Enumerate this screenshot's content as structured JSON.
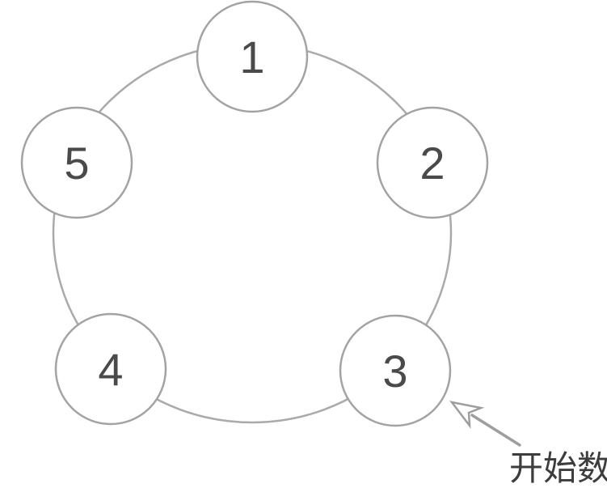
{
  "diagram": {
    "kind": "counting-circle",
    "nodes": [
      {
        "label": "1",
        "position": "top"
      },
      {
        "label": "2",
        "position": "right"
      },
      {
        "label": "3",
        "position": "bottom-right"
      },
      {
        "label": "4",
        "position": "bottom-left"
      },
      {
        "label": "5",
        "position": "left"
      }
    ],
    "annotation": {
      "label": "开始数",
      "points_to_node": "3"
    },
    "colors": {
      "background": "#ffffff",
      "ring_stroke": "#aaaaaa",
      "node_stroke": "#a3a3a3",
      "node_fill": "#ffffff",
      "number_text": "#4a4a4a",
      "annotation_text": "#3d3d3d",
      "arrow": "#9e9e9e"
    }
  }
}
